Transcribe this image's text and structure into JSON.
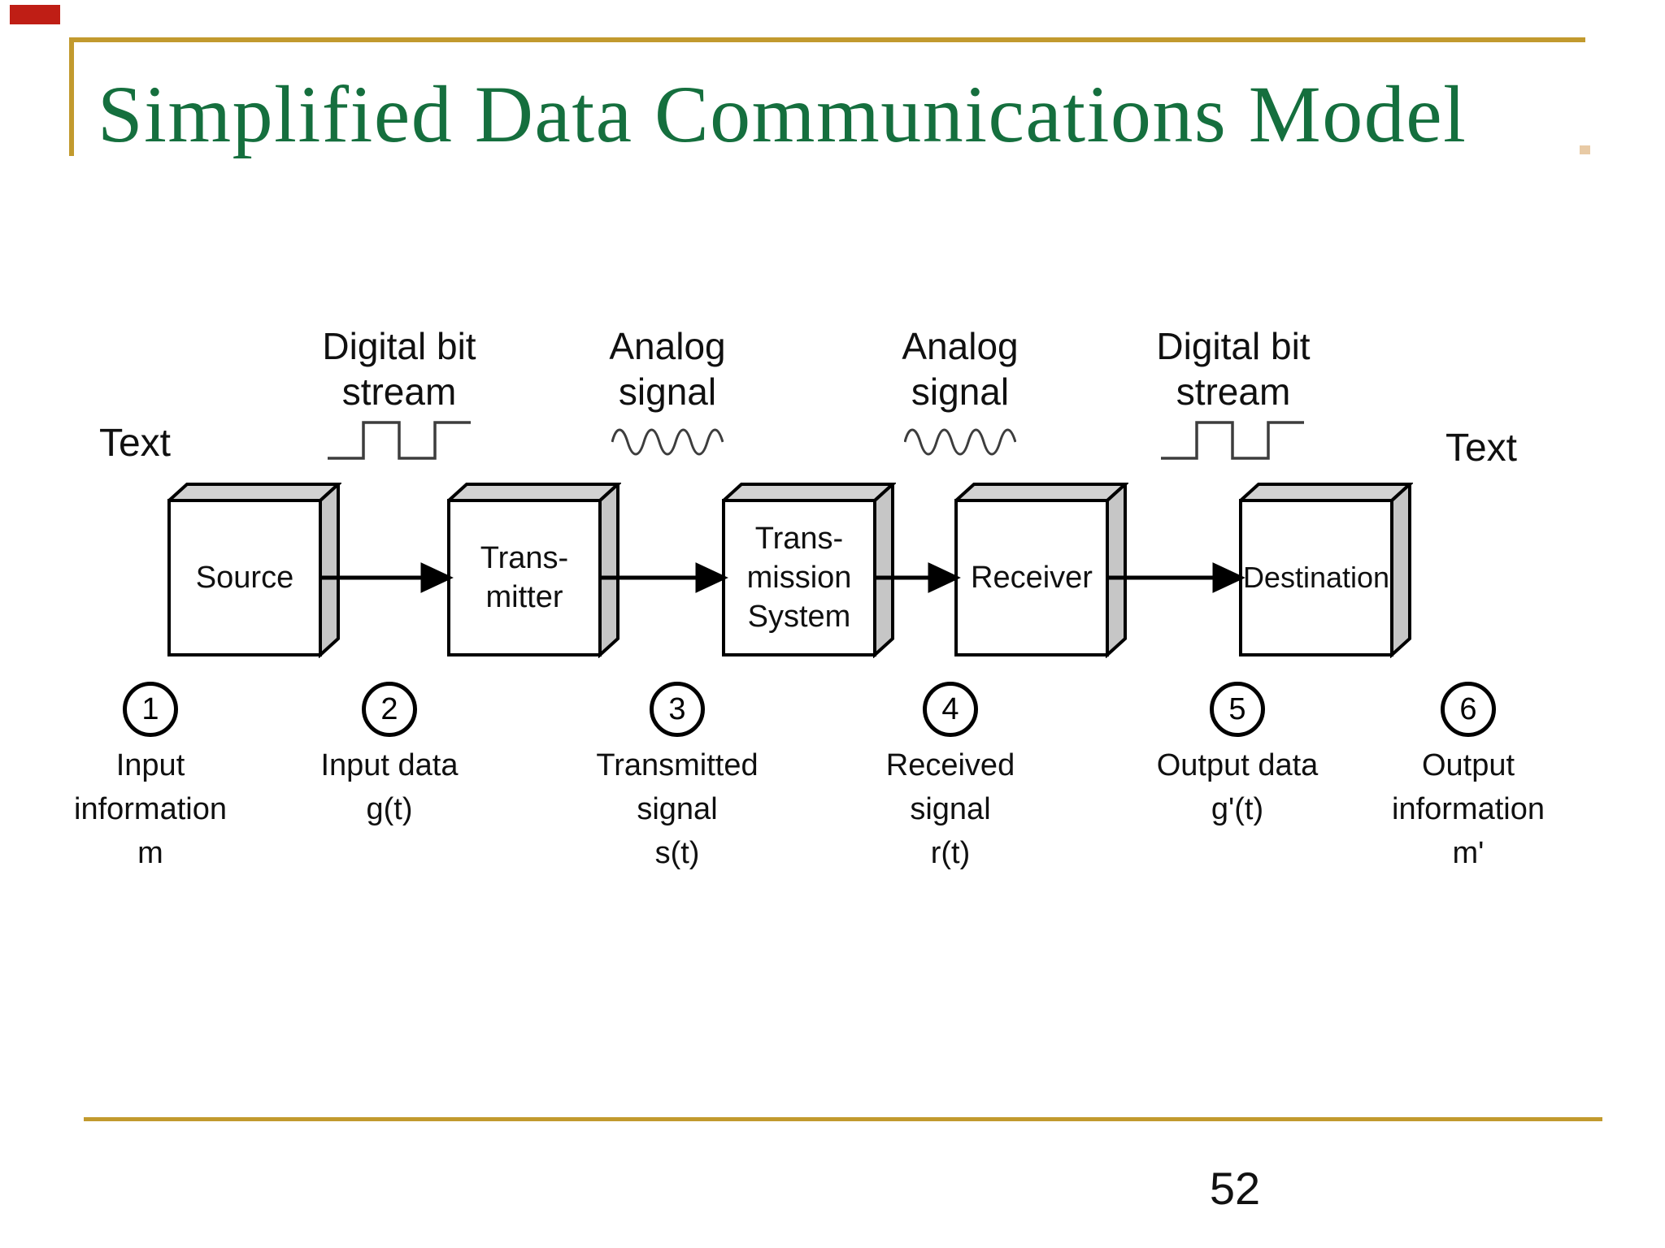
{
  "slide": {
    "title": "Simplified Data Communications Model",
    "page_number": "52",
    "colors": {
      "title_green": "#156f3e",
      "accent_gold": "#c29a2e",
      "accent_red": "#bf1e15",
      "box_top_face": "#d2d2d2",
      "box_side_face": "#c6c6c6"
    }
  },
  "diagram": {
    "flow_labels": [
      {
        "icon": "square-wave",
        "lines": [
          "Digital bit",
          "stream"
        ]
      },
      {
        "icon": "sine-wave",
        "lines": [
          "Analog",
          "signal"
        ]
      },
      {
        "icon": "sine-wave",
        "lines": [
          "Analog",
          "signal"
        ]
      },
      {
        "icon": "square-wave",
        "lines": [
          "Digital bit",
          "stream"
        ]
      }
    ],
    "text_label_left": "Text",
    "text_label_right": "Text",
    "boxes": [
      {
        "lines": [
          "Source"
        ]
      },
      {
        "lines": [
          "Trans-",
          "mitter"
        ]
      },
      {
        "lines": [
          "Trans-",
          "mission",
          "System"
        ]
      },
      {
        "lines": [
          "Receiver"
        ]
      },
      {
        "lines": [
          "Destination"
        ]
      }
    ],
    "stages": [
      {
        "number": "1",
        "lines": [
          "Input",
          "information",
          "m"
        ]
      },
      {
        "number": "2",
        "lines": [
          "Input data",
          "g(t)"
        ]
      },
      {
        "number": "3",
        "lines": [
          "Transmitted",
          "signal",
          "s(t)"
        ]
      },
      {
        "number": "4",
        "lines": [
          "Received",
          "signal",
          "r(t)"
        ]
      },
      {
        "number": "5",
        "lines": [
          "Output data",
          "g'(t)"
        ]
      },
      {
        "number": "6",
        "lines": [
          "Output",
          "information",
          "m'"
        ]
      }
    ]
  }
}
